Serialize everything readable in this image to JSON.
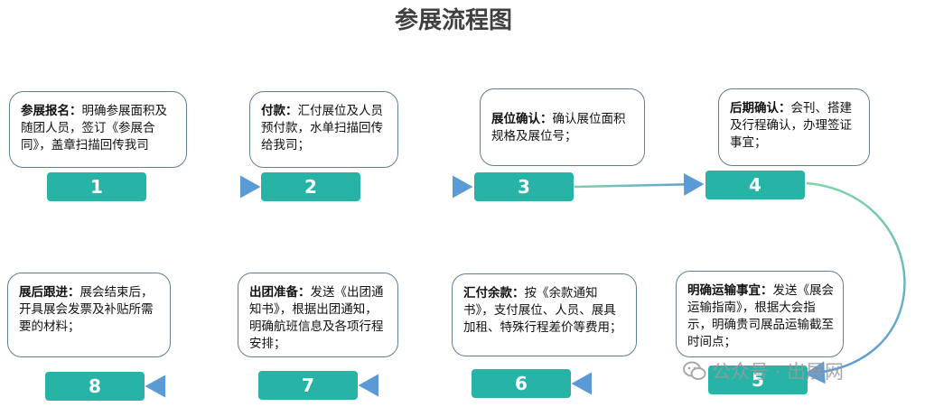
{
  "title": "参展流程图",
  "steps": [
    {
      "num": "1",
      "head": "参展报名：",
      "body": "明确参展面积及随团人员，签订《参展合同》，盖章扫描回传我司"
    },
    {
      "num": "2",
      "head": "付款：",
      "body": "汇付展位及人员预付款，水单扫描回传给我司；"
    },
    {
      "num": "3",
      "head": "展位确认：",
      "body": "确认展位面积规格及展位号；"
    },
    {
      "num": "4",
      "head": "后期确认：",
      "body": "会刊、搭建及行程确认，办理签证事宜；"
    },
    {
      "num": "5",
      "head": "明确运输事宜：",
      "body": "发送《展会运输指南》，根据大会指示，明确贵司展品运输截至时间点；"
    },
    {
      "num": "6",
      "head": "汇付余款：",
      "body": "按《余款通知书》，支付展位、人员、展具加租、特殊行程差价等费用；"
    },
    {
      "num": "7",
      "head": "出团准备：",
      "body": "发送《出团通知书》，根据出团通知，明确航班信息及各项行程安排；"
    },
    {
      "num": "8",
      "head": "展后跟进：",
      "body": "展会结束后，开具展会发票及补贴所需要的材料；"
    }
  ],
  "watermark": "公众号 · 出展网",
  "colors": {
    "step_fill": "#27b3a6",
    "card_border": "#5f7f94",
    "arrow_blue": "#5b9bd5",
    "arrow_green": "#7ed3a6"
  }
}
